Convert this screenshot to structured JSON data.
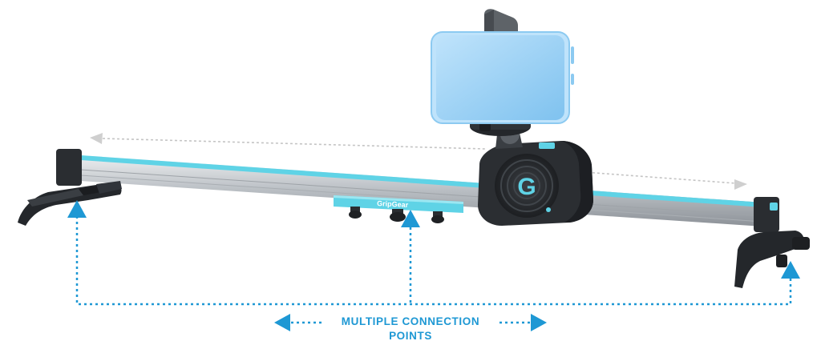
{
  "brand": {
    "logo_text": "GripGear",
    "logo_letter": "G"
  },
  "caption": {
    "text": "MULTIPLE CONNECTION POINTS"
  },
  "colors": {
    "accent": "#1e98d4",
    "rail_stripe": "#5fd3e6",
    "device_dark": "#2b2e32",
    "phone_screen": "#9fd4f5",
    "rail_metal": "#c8ccd0"
  },
  "icons": {
    "arrow": "arrow-up-icon",
    "left_right": "double-arrow-icon"
  }
}
